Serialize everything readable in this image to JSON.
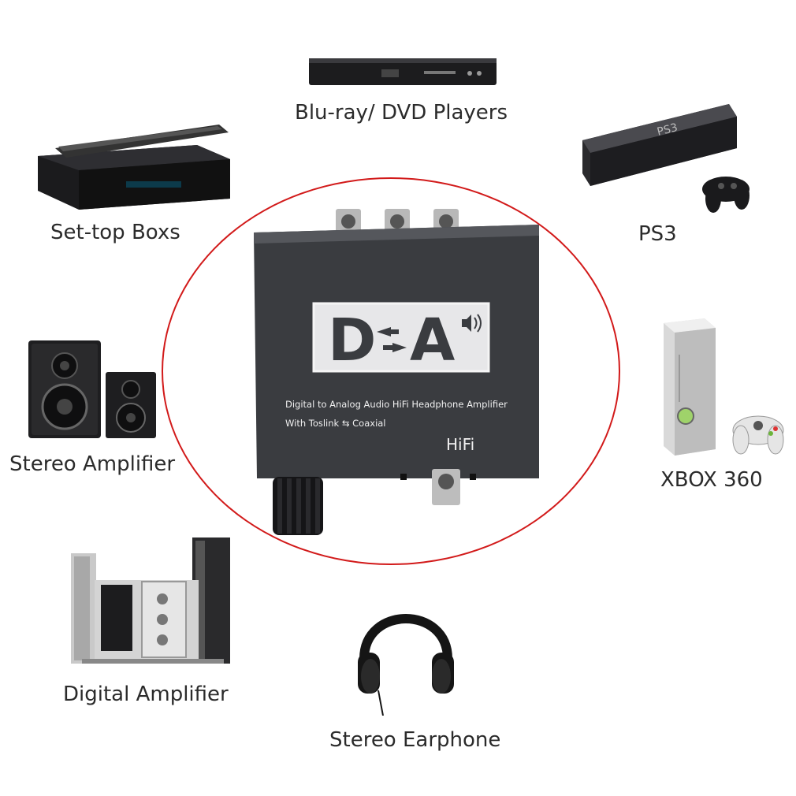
{
  "devices": [
    {
      "id": "bluray",
      "label": "Blu-ray/ DVD Players",
      "icon": "dvd-player-icon"
    },
    {
      "id": "settop",
      "label": "Set-top Boxs",
      "icon": "set-top-box-icon"
    },
    {
      "id": "ps3",
      "label": "PS3",
      "icon": "ps3-console-icon"
    },
    {
      "id": "stereo_amp",
      "label": "Stereo Amplifier",
      "icon": "speakers-icon"
    },
    {
      "id": "xbox",
      "label": "XBOX 360",
      "icon": "xbox-console-icon"
    },
    {
      "id": "digital_amp",
      "label": "Digital Amplifier",
      "icon": "hifi-system-icon"
    },
    {
      "id": "earphone",
      "label": "Stereo Earphone",
      "icon": "headphones-icon"
    }
  ],
  "product": {
    "logo_left": "D",
    "logo_right": "A",
    "line1": "Digital to Analog Audio HiFi Headphone Amplifier",
    "line2": "With Toslink ⇆ Coaxial",
    "badge": "HiFi"
  },
  "colors": {
    "ring": "#d21a1a",
    "device_body": "#3a3c40",
    "label_text": "#2b2b2b"
  }
}
